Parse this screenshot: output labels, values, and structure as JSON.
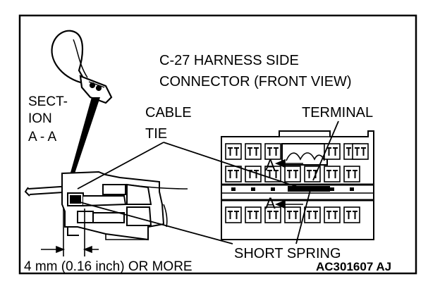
{
  "title": {
    "line1": "C-27 HARNESS SIDE",
    "line2": "CONNECTOR (FRONT VIEW)"
  },
  "labels": {
    "section_line1": "SECT-",
    "section_line2": "ION",
    "section_line3": "A - A",
    "cable_tie_line1": "CABLE",
    "cable_tie_line2": "TIE",
    "terminal": "TERMINAL",
    "short_spring": "SHORT SPRING",
    "dimension": "4 mm (0.16 inch) OR MORE",
    "section_marker_top": "A",
    "section_marker_bottom": "A"
  },
  "figure_code": "AC301607 AJ"
}
